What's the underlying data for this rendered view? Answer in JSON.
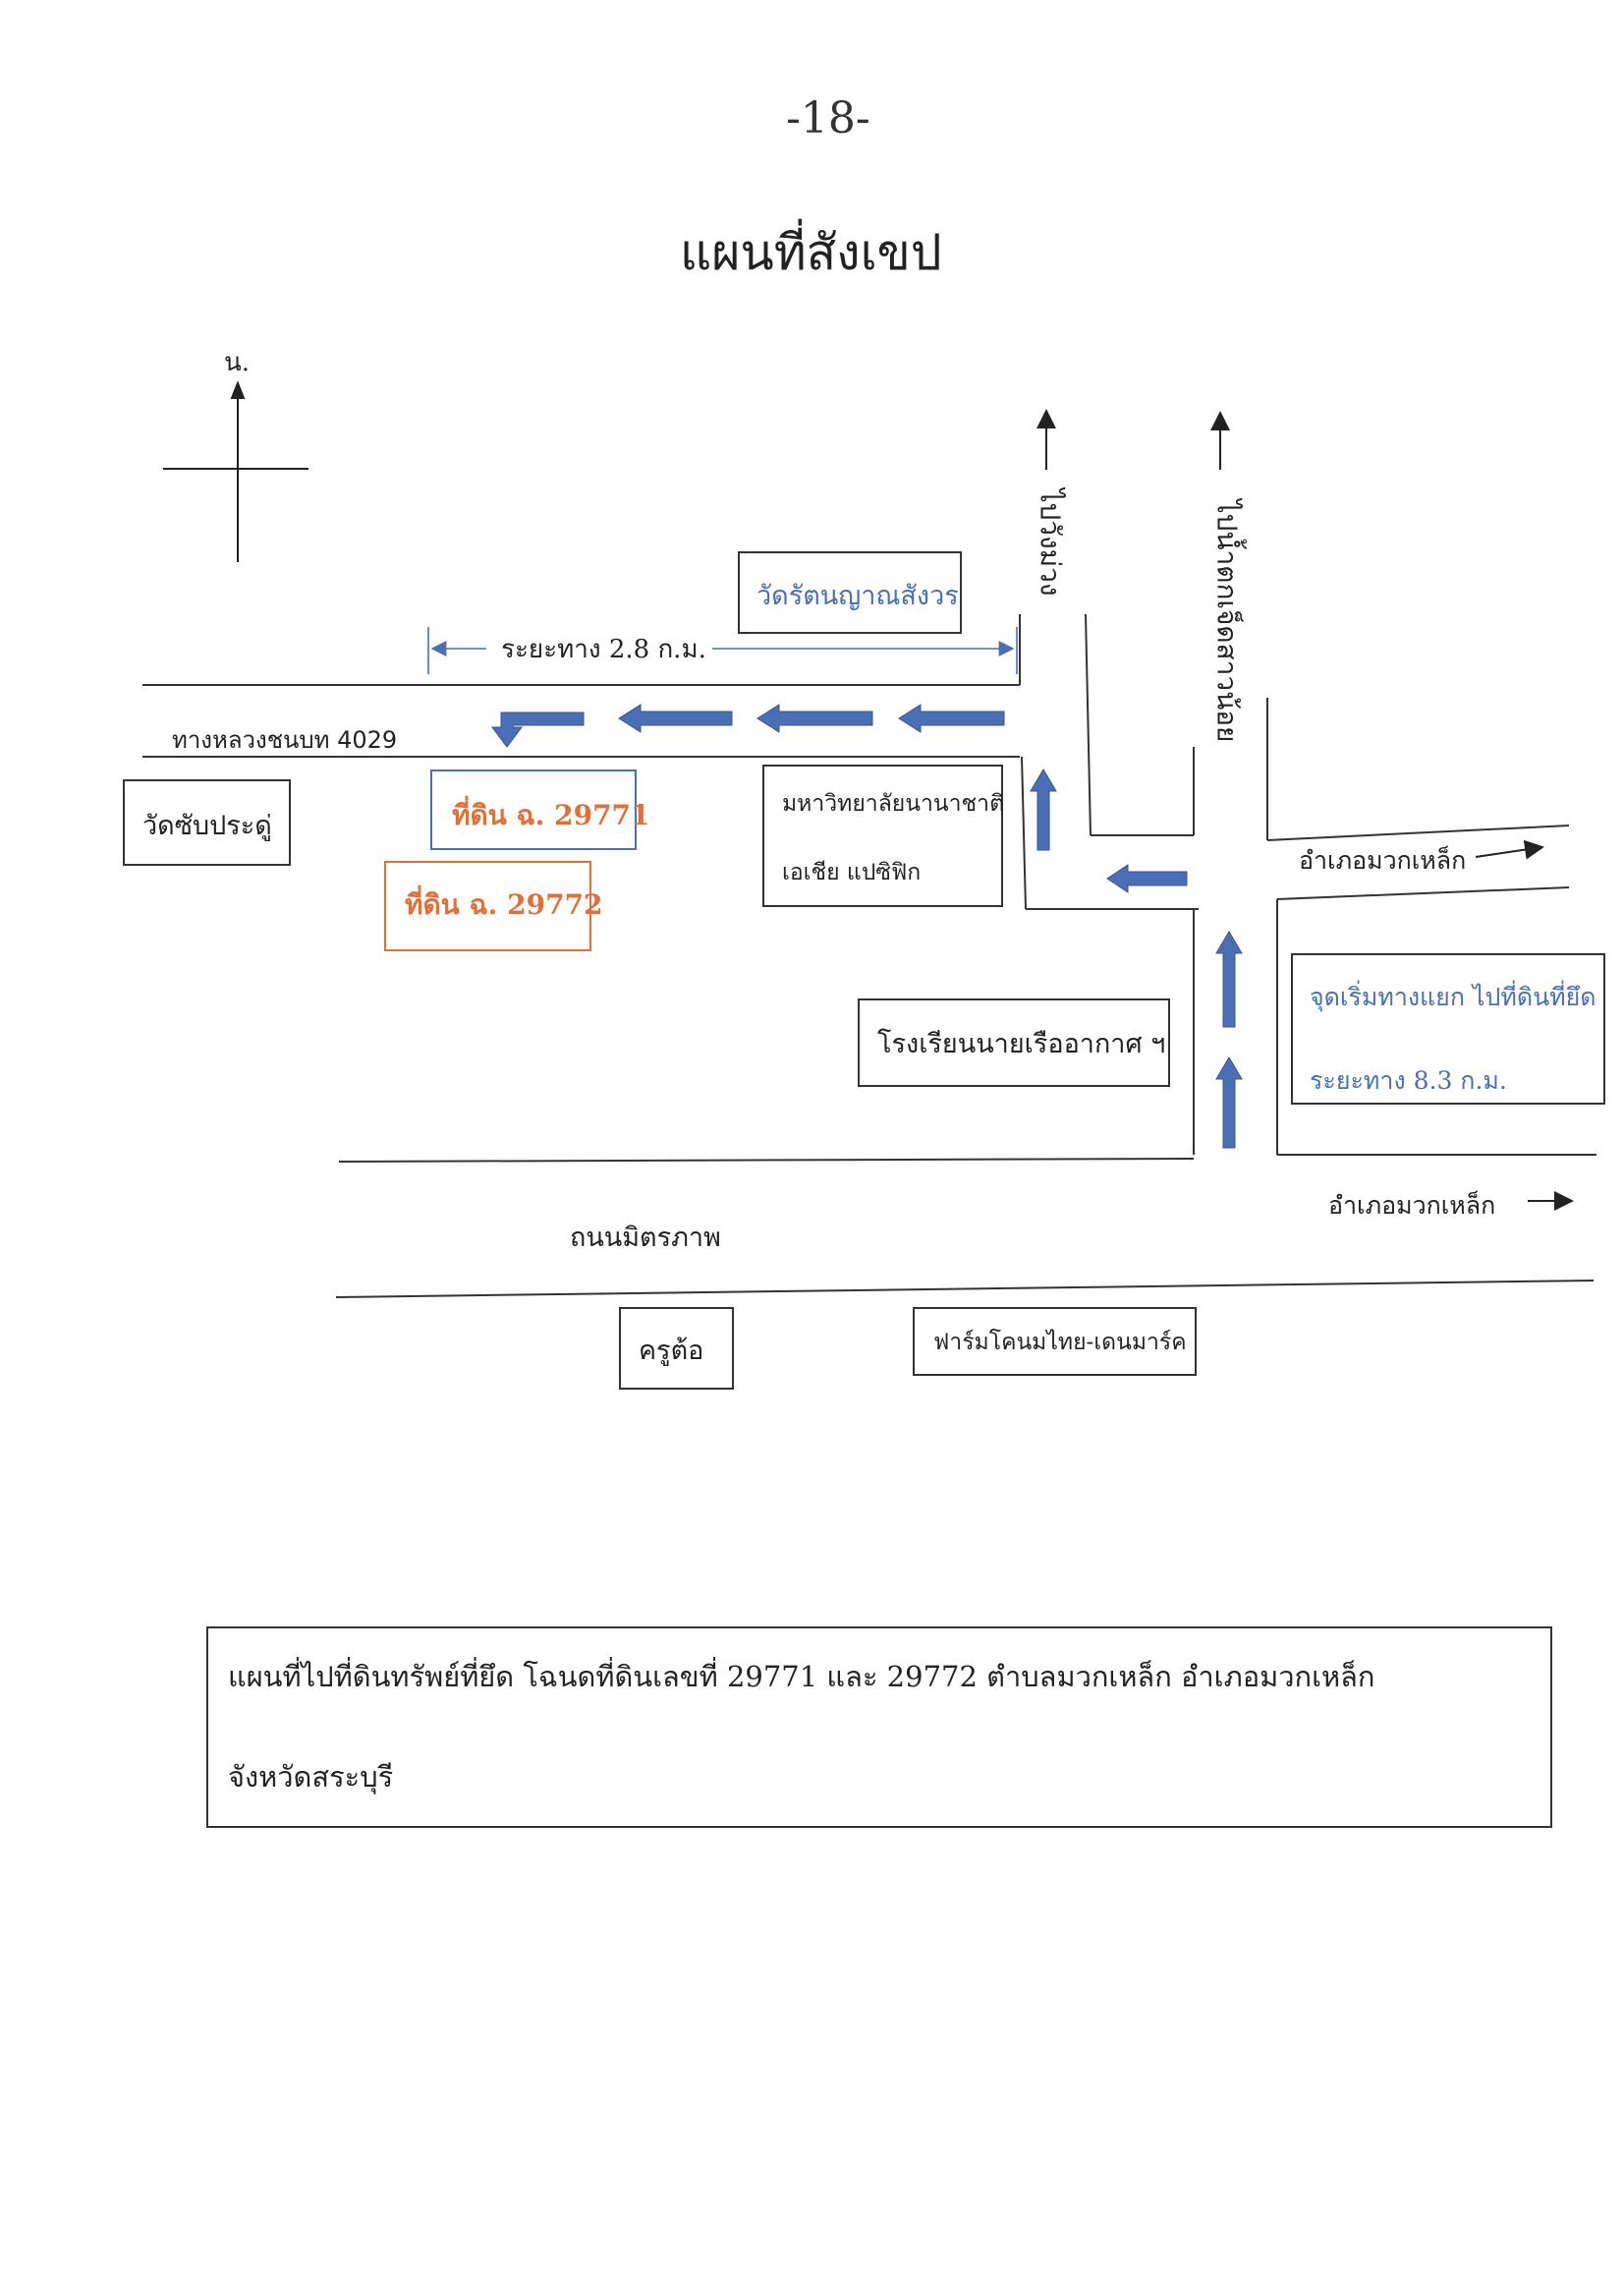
{
  "page_number": "-18-",
  "title": "แผนที่สังเขป",
  "compass": {
    "north_label": "น."
  },
  "roads": {
    "highway": "ทางหลวงชนบท 4029",
    "mittraphap": "ถนนมิตรภาพ",
    "to_wang_muang": "ไปวังม่วง",
    "to_waterfall": "ไปน้ำตกเจ็ดสาวน้อย",
    "to_muak_lek_1": "อำเภอมวกเหล็ก",
    "to_muak_lek_2": "อำเภอมวกเหล็ก"
  },
  "distance": {
    "label": "ระยะทาง 2.8 ก.ม."
  },
  "landmarks": {
    "wat_rattanayan": "วัดรัตนญาณสังวร",
    "wat_sap_pradu": "วัดซับประดู่",
    "university_line1": "มหาวิทยาลัยนานาชาติ",
    "university_line2": "เอเชีย แปซิฟิก",
    "airforce_school": "โรงเรียนนายเรืออากาศ ฯ",
    "khru_to": "ครูต้อ",
    "dairy_farm": "ฟาร์มโคนมไทย-เดนมาร์ค"
  },
  "parcels": {
    "parcel_1": "ที่ดิน ฉ. 29771",
    "parcel_2": "ที่ดิน ฉ. 29772"
  },
  "start_point": {
    "line1": "จุดเริ่มทางแยก ไปที่ดินที่ยึด",
    "line2": "ระยะทาง 8.3 ก.ม."
  },
  "caption": {
    "line1": "แผนที่ไปที่ดินทรัพย์ที่ยึด  โฉนดที่ดินเลขที่ 29771  และ 29772  ตำบลมวกเหล็ก  อำเภอมวกเหล็ก",
    "line2": "จังหวัดสระบุรี"
  },
  "colors": {
    "route_arrow": "#4a6fb5",
    "parcel_1_border": "#4a6fb5",
    "parcel_2_border": "#e0703a",
    "parcel_2_text": "#e0703a"
  }
}
